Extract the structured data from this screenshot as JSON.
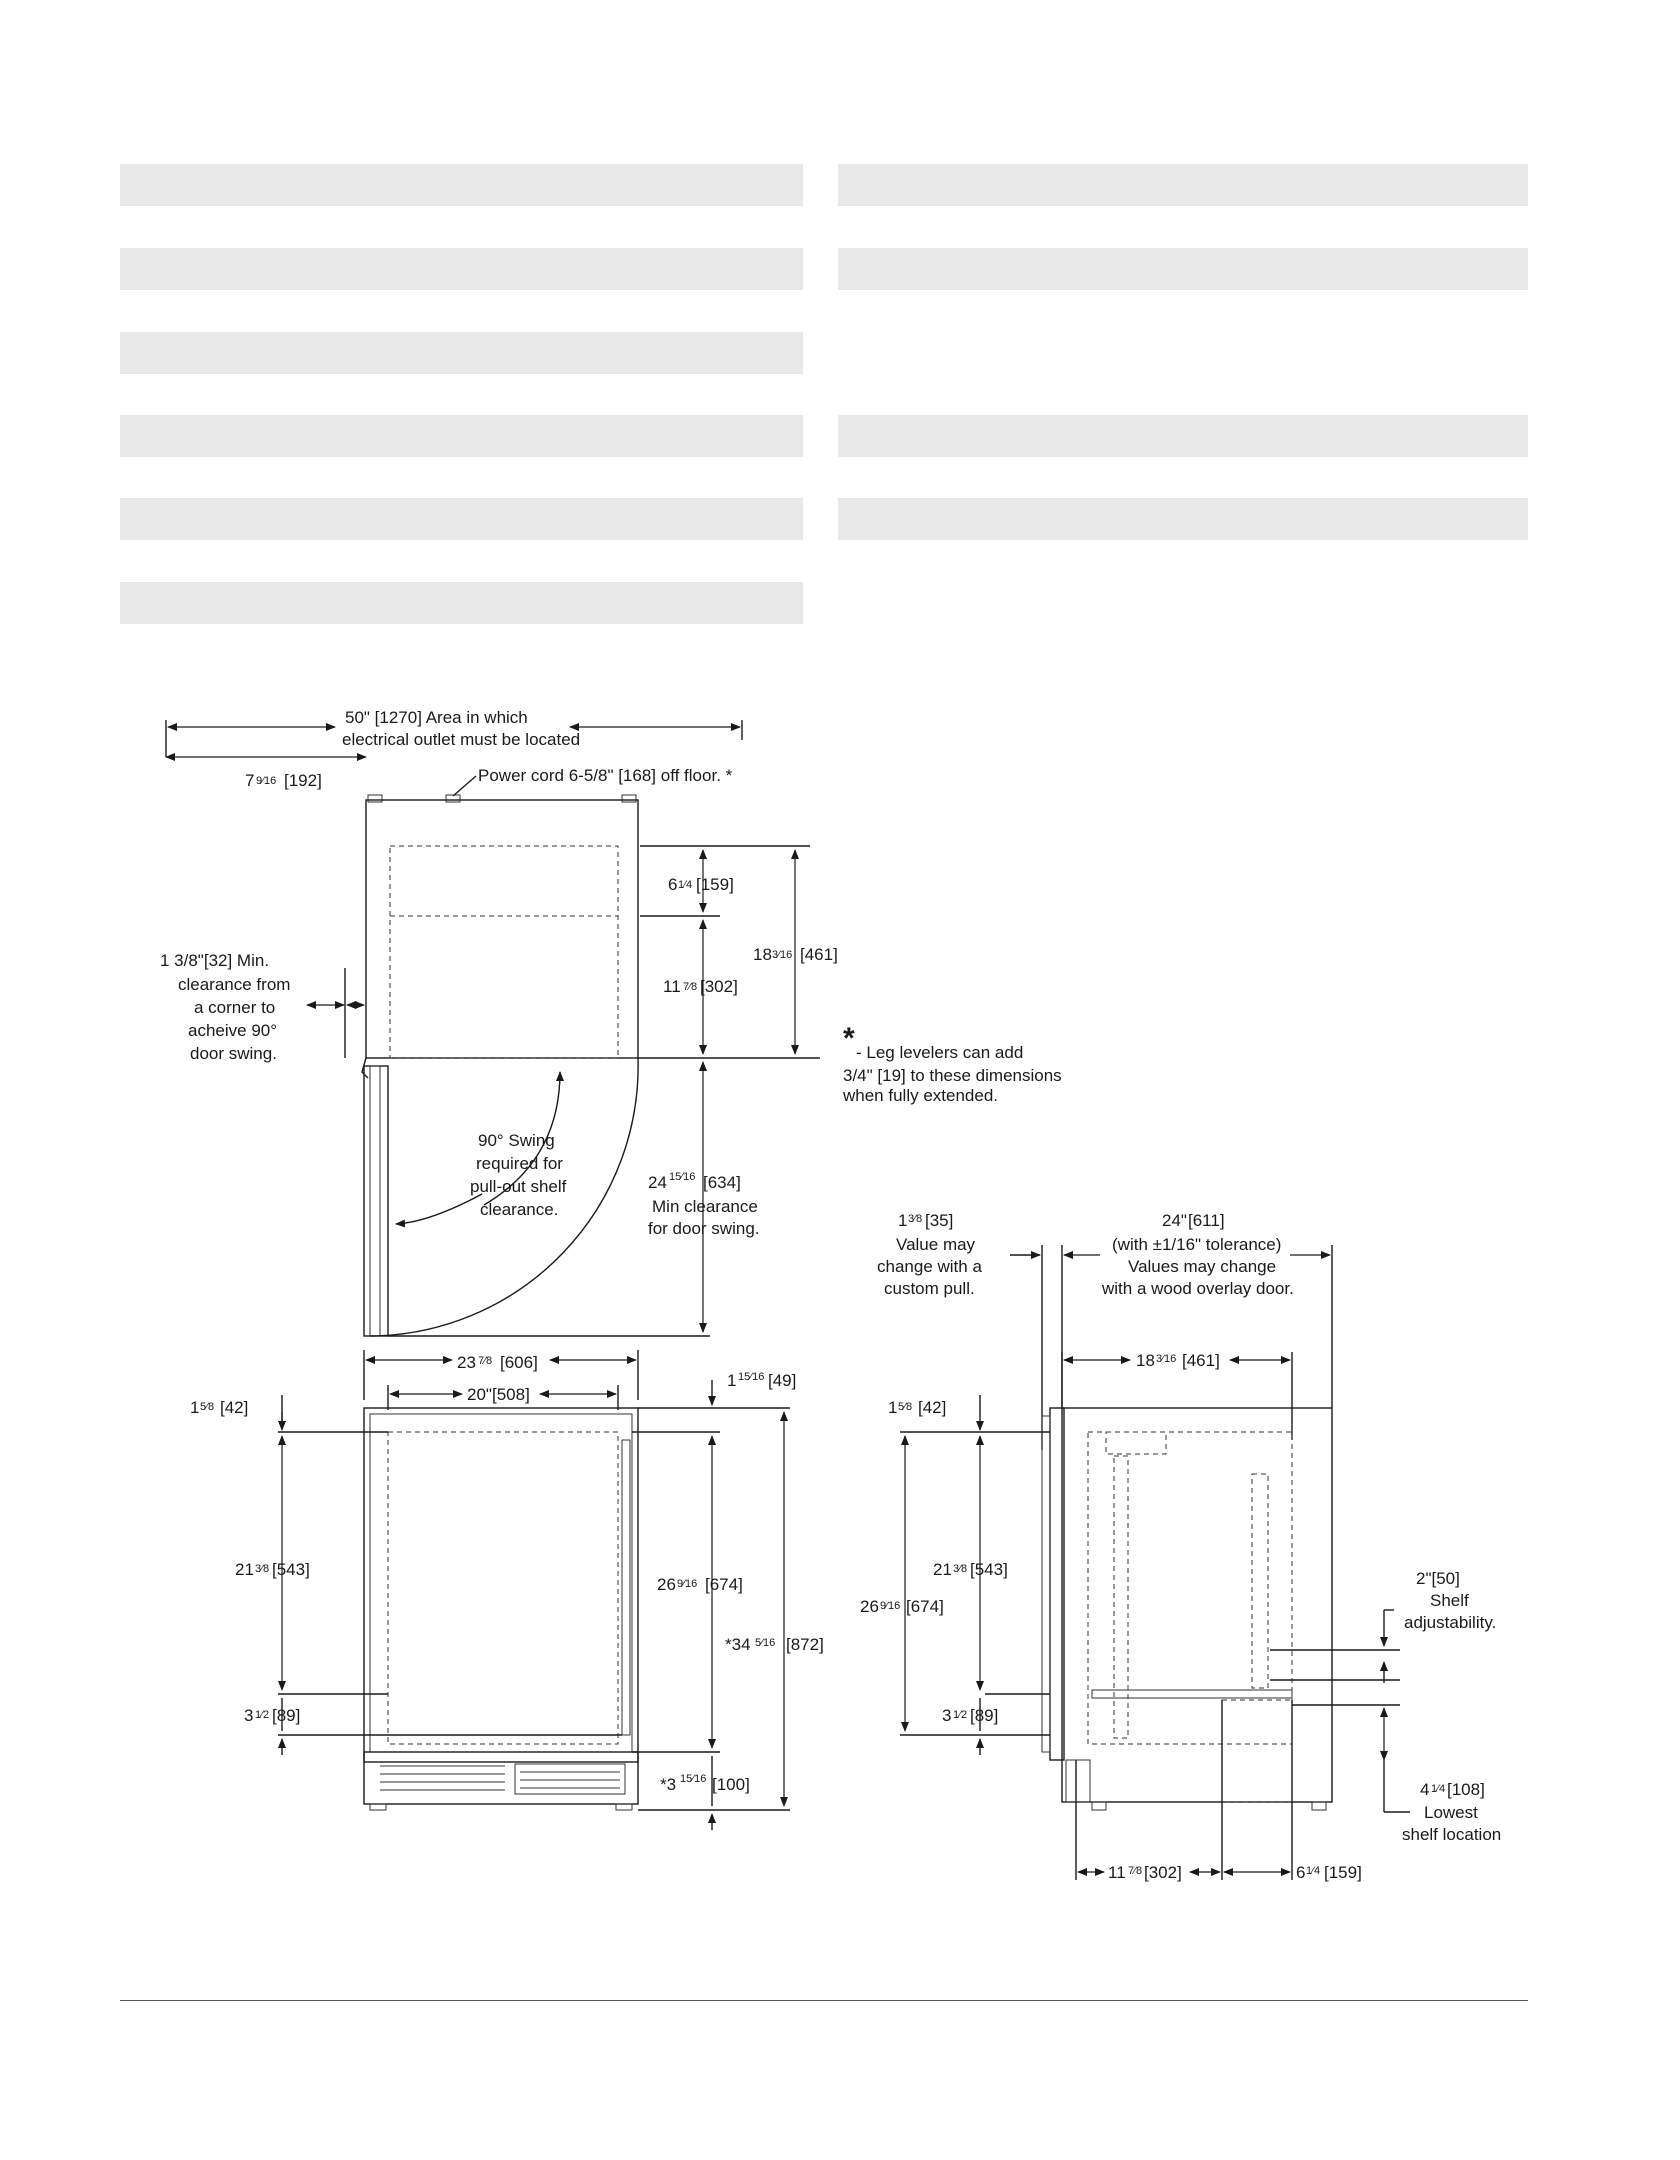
{
  "top_view": {
    "outlet_area": "50\" [1270]  Area in which",
    "outlet_area_2": "electrical outlet must be located",
    "cord_offset_whole": "7",
    "cord_offset_frac": "9⁄16",
    "cord_offset_mm": "[192]",
    "power_cord": "Power cord 6-5/8\" [168] off floor. *",
    "d1_whole": "6",
    "d1_frac": "1⁄4",
    "d1_mm": "[159]",
    "d2_whole": "11",
    "d2_frac": "7⁄8",
    "d2_mm": "[302]",
    "d3_whole": "18",
    "d3_frac": "3⁄16",
    "d3_mm": "[461]",
    "corner_clearance": [
      "1 3/8\"[32] Min.",
      "clearance from",
      "a corner to",
      "acheive 90°",
      "door swing."
    ],
    "swing_note": [
      "90° Swing",
      "required for",
      "pull-out shelf",
      "clearance."
    ],
    "door_clear_whole": "24",
    "door_clear_frac": "15⁄16",
    "door_clear_mm": "[634]",
    "door_clear_note": [
      "Min clearance",
      "for door swing."
    ]
  },
  "leveler_note": {
    "star": "*",
    "lines": [
      "- Leg levelers can add",
      "3/4\" [19] to these dimensions",
      "when fully extended."
    ]
  },
  "front_view": {
    "width_whole": "23",
    "width_frac": "7⁄8",
    "width_mm": "[606]",
    "inner_width": "20\"",
    "inner_width_mm": "[508]",
    "top_gap_whole": "1",
    "top_gap_frac": "15⁄16",
    "top_gap_mm": "[49]",
    "top_off_whole": "1",
    "top_off_frac": "5⁄8",
    "top_off_mm": "[42]",
    "cab_h_whole": "21",
    "cab_h_frac": "3⁄8",
    "cab_h_mm": "[543]",
    "door_h_whole": "26",
    "door_h_frac": "9⁄16",
    "door_h_mm": "[674]",
    "total_h_whole": "*34",
    "total_h_frac": "5⁄16",
    "total_h_mm": "[872]",
    "base_whole": "3",
    "base_frac": "1⁄2",
    "base_mm": "[89]",
    "toe_whole": "*3",
    "toe_frac": "15⁄16",
    "toe_mm": "[100]"
  },
  "side_view": {
    "pull_whole": "1",
    "pull_frac": "3⁄8",
    "pull_mm": "[35]",
    "pull_note": [
      "Value may",
      "change with a",
      "custom pull."
    ],
    "depth": "24\"",
    "depth_mm": "[611]",
    "depth_note": [
      "(with ±1/16\" tolerance)",
      "Values may change",
      "with a wood overlay door."
    ],
    "inner_depth_whole": "18",
    "inner_depth_frac": "3⁄16",
    "inner_depth_mm": "[461]",
    "top_off_whole": "1",
    "top_off_frac": "5⁄8",
    "top_off_mm": "[42]",
    "cab_h_whole": "21",
    "cab_h_frac": "3⁄8",
    "cab_h_mm": "[543]",
    "door_h_whole": "26",
    "door_h_frac": "9⁄16",
    "door_h_mm": "[674]",
    "base_whole": "3",
    "base_frac": "1⁄2",
    "base_mm": "[89]",
    "shelf_adj": "2\"[50]",
    "shelf_adj_note": [
      "Shelf",
      "adjustability."
    ],
    "lowest_whole": "4",
    "lowest_frac": "1⁄4",
    "lowest_mm": "[108]",
    "lowest_note": [
      "Lowest",
      "shelf location"
    ],
    "bottom_a_whole": "11",
    "bottom_a_frac": "7⁄8",
    "bottom_a_mm": "[302]",
    "bottom_b_whole": "6",
    "bottom_b_frac": "1⁄4",
    "bottom_b_mm": "[159]"
  }
}
